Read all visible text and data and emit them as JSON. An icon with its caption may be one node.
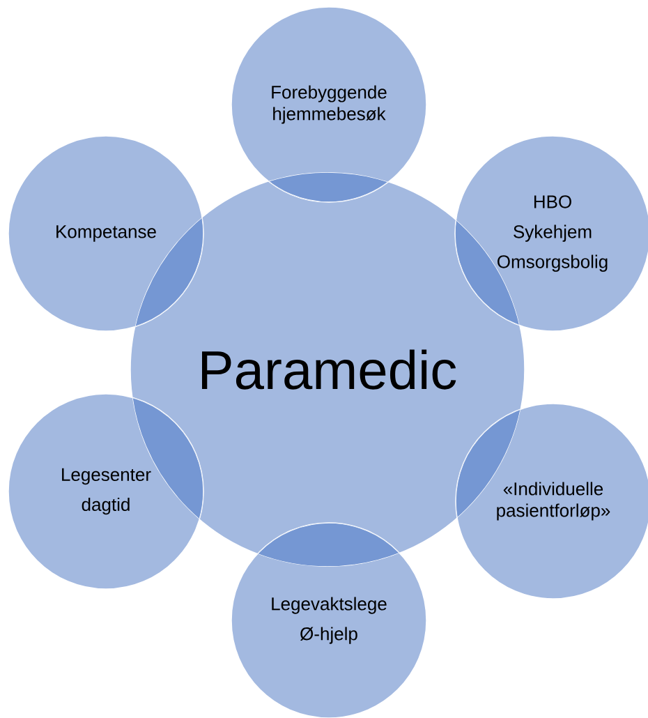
{
  "diagram": {
    "nodes": [
      {
        "text": [
          "Paramedic"
        ]
      },
      {
        "text": [
          "Forebyggende hjemmebesøk"
        ]
      },
      {
        "text": [
          "HBO",
          "Sykehjem",
          "Omsorgsbolig"
        ]
      },
      {
        "text": [
          "«Individuelle pasientforløp»"
        ]
      },
      {
        "text": [
          "Legevaktslege",
          "Ø-hjelp"
        ]
      },
      {
        "text": [
          "Legesenter",
          "dagtid"
        ]
      },
      {
        "text": [
          "Kompetanse"
        ]
      }
    ]
  }
}
